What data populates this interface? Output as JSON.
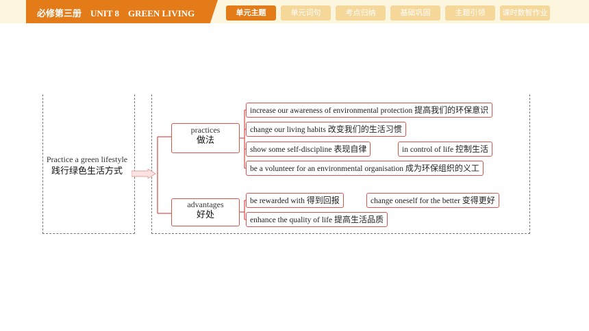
{
  "header": {
    "title": "必修第三册　UNIT 8　GREEN LIVING",
    "nav": [
      "单元主题",
      "单元词句",
      "考点归纳",
      "基础巩固",
      "主题引领",
      "课时数智作业"
    ],
    "active_index": 0
  },
  "diagram": {
    "root": {
      "en": "Practice a green lifestyle",
      "cn": "践行绿色生活方式"
    },
    "branches": [
      {
        "en": "practices",
        "cn": "做法",
        "items": [
          {
            "en": "increase our awareness of environmental protection",
            "cn": "提高我们的环保意识"
          },
          {
            "en": "change our living habits",
            "cn": "改变我们的生活习惯"
          },
          {
            "en": "show some self-discipline",
            "cn": "表现自律"
          },
          {
            "en": "in control of life",
            "cn": "控制生活"
          },
          {
            "en": "be a volunteer for an environmental organisation",
            "cn": "成为环保组织的义工"
          }
        ]
      },
      {
        "en": "advantages",
        "cn": "好处",
        "items": [
          {
            "en": "be rewarded with",
            "cn": "得到回报"
          },
          {
            "en": "change oneself for the better",
            "cn": "变得更好"
          },
          {
            "en": "enhance the quality of life",
            "cn": "提高生活品质"
          }
        ]
      }
    ],
    "colors": {
      "accent": "#d9534f",
      "header": "#e37b19",
      "nav_inactive": "#f5d79a"
    }
  }
}
